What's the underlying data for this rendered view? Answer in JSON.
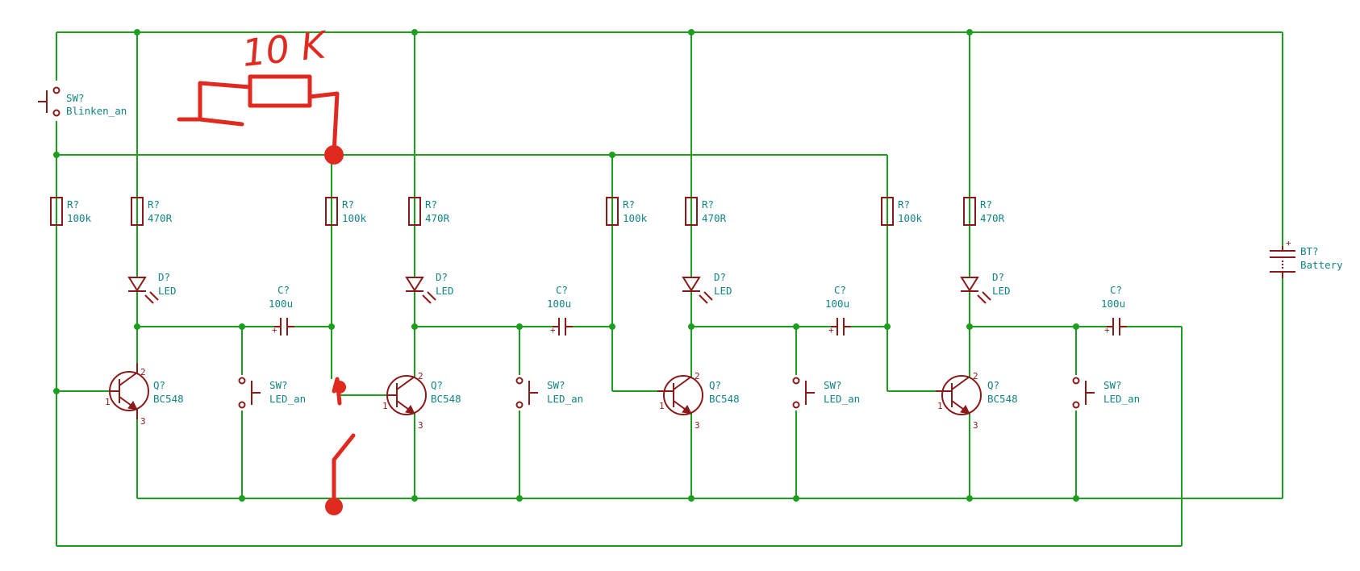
{
  "switches": {
    "blinken": {
      "ref": "SW?",
      "value": "Blinken_an"
    },
    "led": {
      "ref": "SW?",
      "value": "LED_an"
    }
  },
  "resistor_base": {
    "ref": "R?",
    "value": "100k"
  },
  "resistor_led": {
    "ref": "R?",
    "value": "470R"
  },
  "led": {
    "ref": "D?",
    "value": "LED"
  },
  "capacitor": {
    "ref": "C?",
    "value": "100u"
  },
  "transistor": {
    "ref": "Q?",
    "value": "BC548",
    "pin_base": "1",
    "pin_collector": "2",
    "pin_emitter": "3"
  },
  "battery": {
    "ref": "BT?",
    "value": "Battery",
    "polarity": "+"
  },
  "annotation": {
    "text": "10 K"
  },
  "colors": {
    "wire": "#1e9e1e",
    "component": "#8a1a1a",
    "label": "#138383",
    "ink": "#e02a1f"
  }
}
